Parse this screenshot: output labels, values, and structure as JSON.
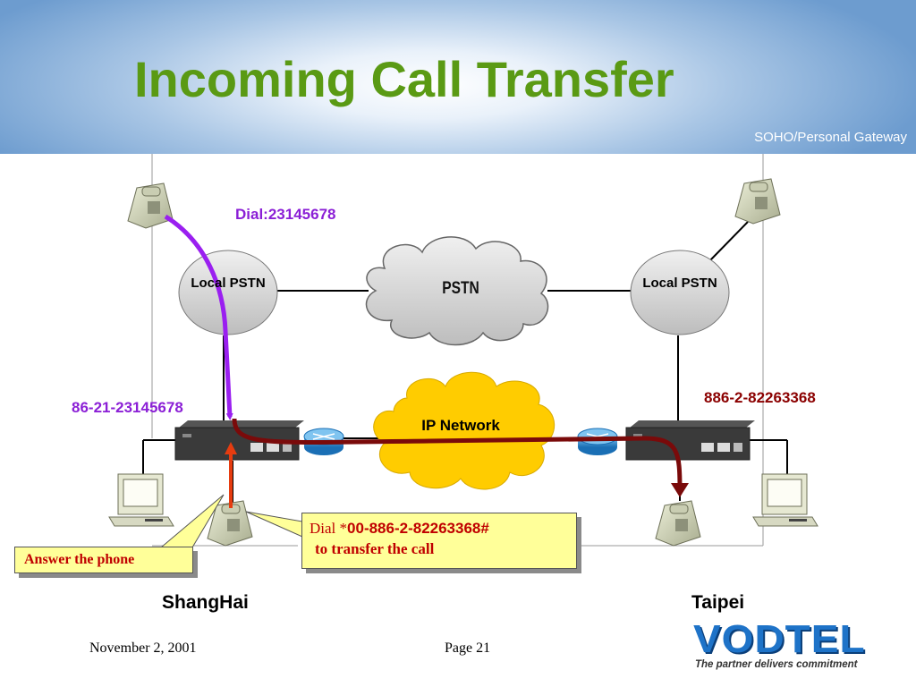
{
  "slide": {
    "title": "Incoming Call Transfer",
    "subtitle": "SOHO/Personal Gateway"
  },
  "diagram": {
    "dial_label": "Dial:23145678",
    "left_number": "86-21-23145678",
    "right_number": "886-2-82263368",
    "local_pstn_left": "Local PSTN",
    "local_pstn_right": "Local PSTN",
    "pstn_cloud": "PSTN",
    "ip_cloud": "IP Network",
    "city_left": "ShangHai",
    "city_right": "Taipei"
  },
  "callouts": {
    "dial_prefix": "Dial *",
    "dial_code": "00-886-2-82263368#",
    "dial_line2": "to transfer the call",
    "answer": "Answer the phone"
  },
  "footer": {
    "date": "November 2, 2001",
    "page": "Page 21"
  },
  "logo": {
    "word": "VODTEL",
    "tagline": "The partner delivers commitment"
  },
  "colors": {
    "title": "#5a9a14",
    "purple_path": "#9a1ff0",
    "transfer_path": "#7a0a0a",
    "answer_path": "#e63c10",
    "callout_bg": "#ffff99",
    "logo_blue": "#1e73c8"
  }
}
